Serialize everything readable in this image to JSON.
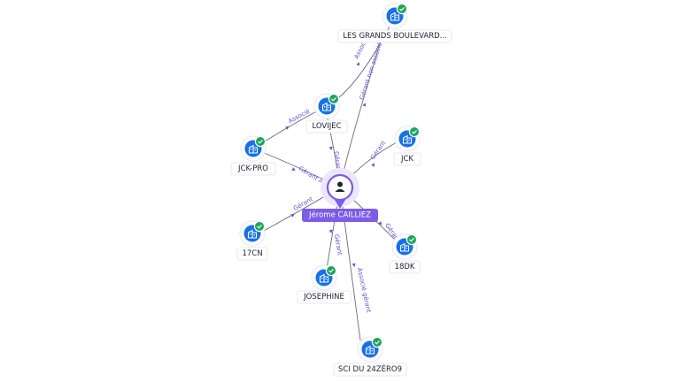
{
  "center": {
    "label": "Jérome CAILLIEZ",
    "icon": "person-icon",
    "color": "#7c5ce8"
  },
  "colors": {
    "company_disc": "#1670e8",
    "verified_badge": "#1fa55a",
    "relation_label": "#6a4fd6"
  },
  "nodes": [
    {
      "id": "lgb",
      "label": "LES GRANDS BOULEVARD...",
      "icon": "building-icon",
      "verified": true
    },
    {
      "id": "lovijec",
      "label": "LOVIJEC",
      "icon": "building-icon",
      "verified": true
    },
    {
      "id": "jckpro",
      "label": "JCK-PRO",
      "icon": "building-icon",
      "verified": true
    },
    {
      "id": "jck",
      "label": "JCK",
      "icon": "building-icon",
      "verified": true
    },
    {
      "id": "17cn",
      "label": "17CN",
      "icon": "building-icon",
      "verified": true
    },
    {
      "id": "18dk",
      "label": "18DK",
      "icon": "building-icon",
      "verified": true
    },
    {
      "id": "josephine",
      "label": "JOSEPHINE",
      "icon": "building-icon",
      "verified": true
    },
    {
      "id": "sci",
      "label": "SCI DU 24ZÉRO9",
      "icon": "building-icon",
      "verified": true
    }
  ],
  "edges": [
    {
      "id": "e-lovijec-lgb",
      "label": "Associé"
    },
    {
      "id": "e-center-lgb",
      "label": "Gérant non associé"
    },
    {
      "id": "e-lovijec-jckpro",
      "label": "Associé"
    },
    {
      "id": "e-center-lovijec",
      "label": "Gérant"
    },
    {
      "id": "e-center-jckpro",
      "label": "Gérant Associé"
    },
    {
      "id": "e-center-jck",
      "label": "Gérant"
    },
    {
      "id": "e-center-17cn",
      "label": "Gérant"
    },
    {
      "id": "e-center-18dk",
      "label": "Gérant"
    },
    {
      "id": "e-center-josephine",
      "label": "Gérant"
    },
    {
      "id": "e-center-sci",
      "label": "Associé gérant"
    }
  ]
}
